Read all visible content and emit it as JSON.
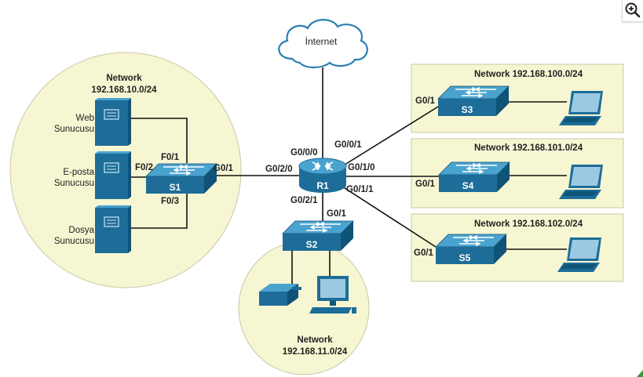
{
  "cloud": {
    "label": "İnternet"
  },
  "router": {
    "name": "R1",
    "ports": {
      "g000": "G0/0/0",
      "g001": "G0/0/1",
      "g010": "G0/1/0",
      "g011": "G0/1/1",
      "g020": "G0/2/0",
      "g021": "G0/2/1"
    }
  },
  "lan10": {
    "title": "Network",
    "subnet": "192.168.10.0/24",
    "switch": "S1",
    "uplink": "G0/1",
    "ports": {
      "f01": "F0/1",
      "f02": "F0/2",
      "f03": "F0/3"
    },
    "servers": [
      {
        "line1": "Web",
        "line2": "Sunucusu"
      },
      {
        "line1": "E-posta",
        "line2": "Sunucusu"
      },
      {
        "line1": "Dosya",
        "line2": "Sunucusu"
      }
    ]
  },
  "lan11": {
    "title": "Network",
    "subnet": "192.168.11.0/24",
    "switch": "S2",
    "uplink": "G0/1"
  },
  "lan100": {
    "title": "Network 192.168.100.0/24",
    "switch": "S3",
    "uplink": "G0/1"
  },
  "lan101": {
    "title": "Network 192.168.101.0/24",
    "switch": "S4",
    "uplink": "G0/1"
  },
  "lan102": {
    "title": "Network 192.168.102.0/24",
    "switch": "S5",
    "uplink": "G0/1"
  },
  "colors": {
    "area": "#f7f6d2",
    "device": "#1d6d98",
    "device_top": "#4aa3cf",
    "link": "#111111"
  },
  "icons": [
    "zoom-in-icon",
    "cloud-icon",
    "router-icon",
    "switch-icon",
    "server-icon",
    "laptop-icon",
    "desktop-icon",
    "printer-icon"
  ]
}
